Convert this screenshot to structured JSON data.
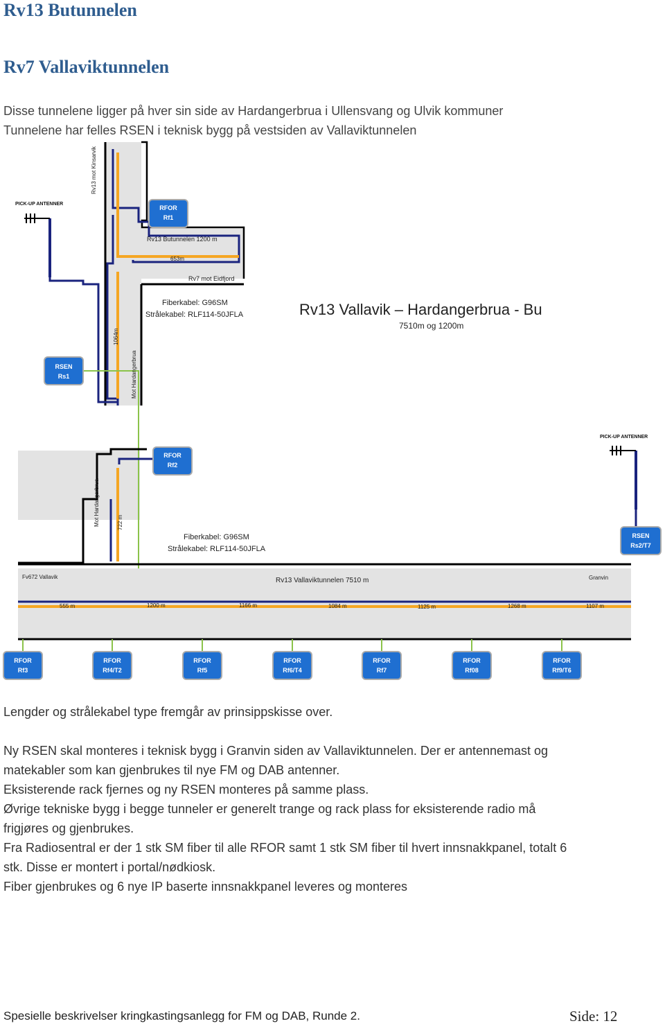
{
  "heading1": "Rv13 Butunnelen",
  "heading2": "Rv7 Vallaviktunnelen",
  "intro": [
    "Disse tunnelene ligger på hver sin side av Hardangerbrua i Ullensvang og Ulvik kommuner",
    "Tunnelene har felles RSEN i teknisk bygg på vestsiden av Vallaviktunnelen"
  ],
  "diagram": {
    "title": "Rv13 Vallavik – Hardangerbrua - Bu",
    "subtitle": "7510m  og 1200m",
    "pickup_left": "PICK-UP ANTENNER",
    "pickup_right": "PICK-UP ANTENNER",
    "top_road_label": "Rv13 mot Kinsarvik",
    "butunnel_label": "Rv13 Butunnelen 1200 m",
    "dist_653": "653m",
    "rv7_eidfjord": "Rv7 mot Eidfjord",
    "fiber1": "Fiberkabel: G96SM",
    "straal1": "Strålekabel: RLF114-50JFLA",
    "dist_1064": "1064m",
    "mot_hardanger1": "Mot Hardangerbrua",
    "mot_hardanger2": "Mot Hardangerbrua",
    "dist_722": "722 m",
    "fiber2": "Fiberkabel: G96SM",
    "straal2": "Strålekabel: RLF114-50JFLA",
    "fv672": "Fv672 Vallavik",
    "vallavik_label": "Rv13 Vallaviktunnelen 7510 m",
    "granvin": "Granvin",
    "distances": [
      "555 m",
      "1200 m",
      "1166 m",
      "1084 m",
      "1125 m",
      "1268 m",
      "1107 m"
    ],
    "rfor_top": [
      "RFOR",
      "Rf1"
    ],
    "rfor_rf2": [
      "RFOR",
      "Rf2"
    ],
    "rsen1": [
      "RSEN",
      "Rs1"
    ],
    "rsen2": [
      "RSEN",
      "Rs2/T7"
    ],
    "bottom_boxes": [
      [
        "RFOR",
        "Rf3"
      ],
      [
        "RFOR",
        "Rf4/T2"
      ],
      [
        "RFOR",
        "Rf5"
      ],
      [
        "RFOR",
        "Rf6/T4"
      ],
      [
        "RFOR",
        "Rf7"
      ],
      [
        "RFOR",
        "Rf08"
      ],
      [
        "RFOR",
        "Rf9/T6"
      ]
    ],
    "colors": {
      "box": "#1f6fd1",
      "tunnel": "#e2e2e2",
      "orange": "#f5a623",
      "blue": "#1a237e",
      "green": "#8bc34a"
    }
  },
  "paragraphs": [
    "Lengder og strålekabel type fremgår av prinsippskisse over.",
    "Ny RSEN skal monteres i teknisk bygg i Granvin siden av Vallaviktunnelen. Der er antennemast og",
    "matekabler som kan gjenbrukes til nye FM og DAB antenner.",
    "Eksisterende rack fjernes og ny RSEN monteres på samme plass.",
    "Øvrige tekniske bygg i begge tunneler er generelt trange og rack plass for eksisterende radio må",
    "frigjøres og gjenbrukes.",
    "Fra Radiosentral er der 1 stk SM fiber til alle RFOR samt 1 stk SM fiber til hvert innsnakkpanel, totalt 6",
    "stk. Disse er montert i portal/nødkiosk.",
    "Fiber gjenbrukes og 6 nye IP baserte innsnakkpanel leveres og monteres"
  ],
  "footer": {
    "left": "Spesielle beskrivelser kringkastingsanlegg for FM og DAB, Runde 2.",
    "right": "Side: 12"
  }
}
